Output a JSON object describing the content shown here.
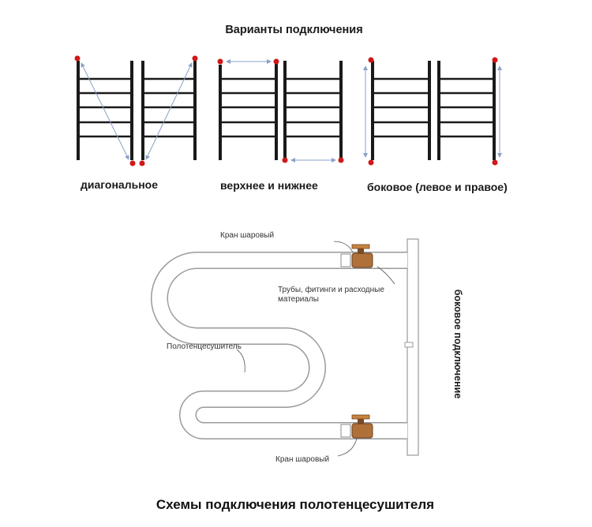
{
  "title": "Варианты подключения",
  "variants": [
    {
      "caption": "диагональное"
    },
    {
      "caption": "верхнее и нижнее"
    },
    {
      "caption": "боковое (левое и правое)"
    }
  ],
  "scheme": {
    "valve_top_label": "Кран шаровый",
    "pipes_label": "Трубы, фитинги и расходные материалы",
    "towel_label": "Полотенцесушитель",
    "valve_bottom_label": "Кран шаровый",
    "side_label": "боковое подключение"
  },
  "bottom_title": "Схемы подключения полотенцесушителя",
  "colors": {
    "rail": "#1a1a1a",
    "dot": "#d01818",
    "arrow": "#8aa0c8",
    "valve": "#b0703a",
    "pipe_stroke": "#9a9a9a"
  }
}
